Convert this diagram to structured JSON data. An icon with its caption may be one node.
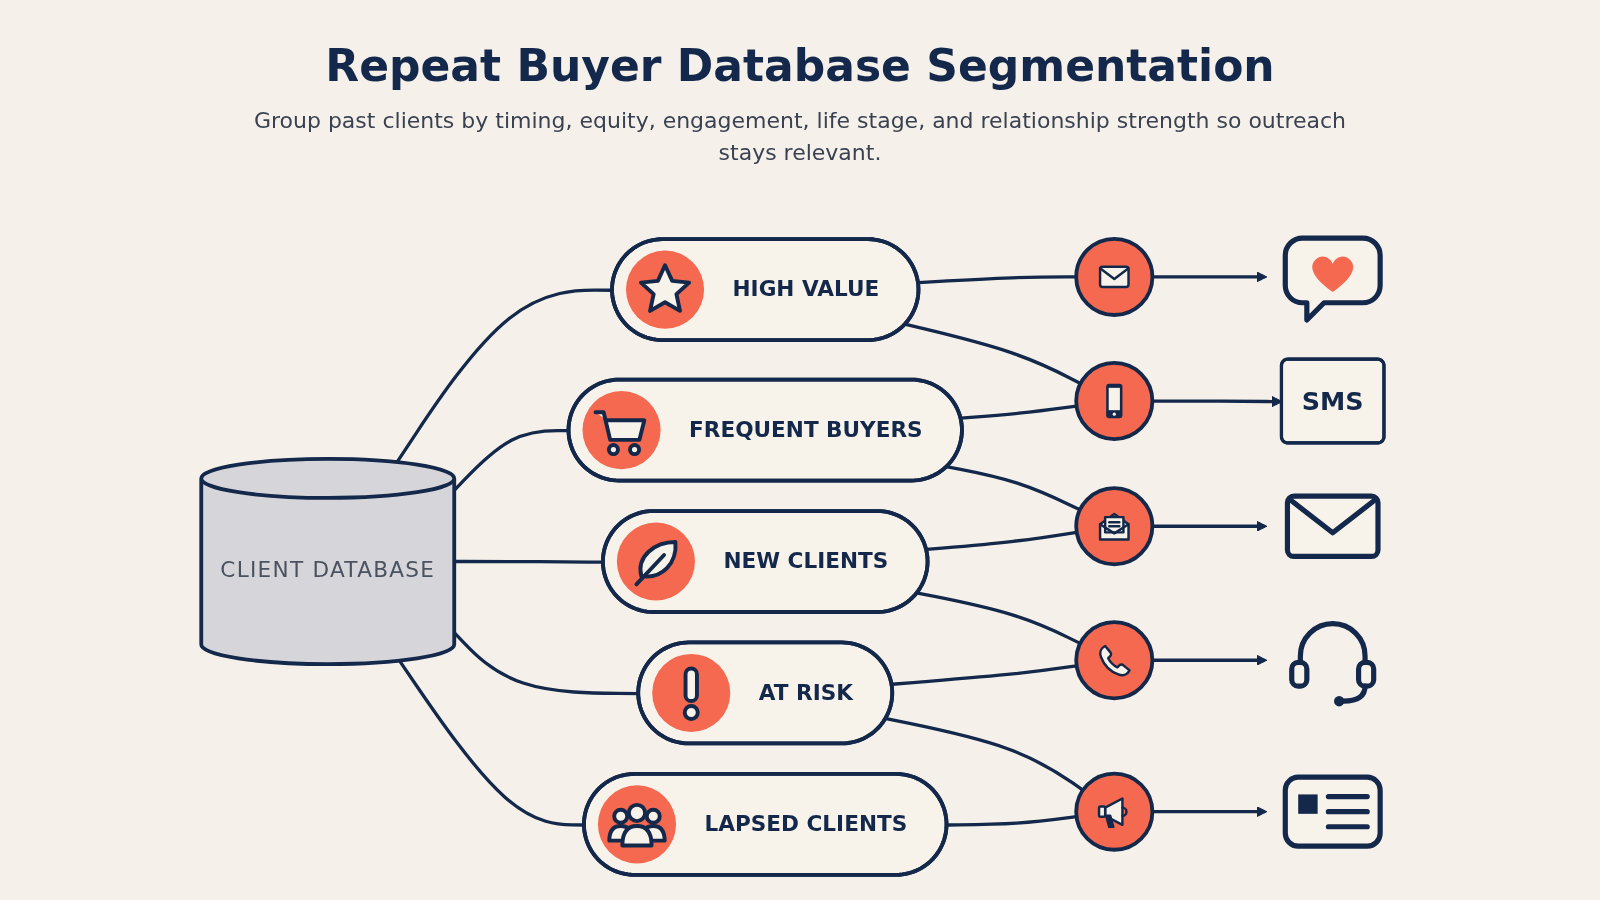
{
  "diagram": {
    "title": "Repeat Buyer Database Segmentation",
    "nodes": [
      {
        "text": [
          "CLIENT DATABASE"
        ]
      },
      {
        "text": [
          "HIGH VALUE"
        ]
      },
      {
        "text": [
          "FREQUENT BUYERS"
        ]
      },
      {
        "text": [
          "NEW CLIENTS"
        ]
      },
      {
        "text": [
          "AT RISK"
        ]
      },
      {
        "text": [
          "LAPSED CLIENTS"
        ]
      },
      {
        "text": [],
        "shape": "circle"
      },
      {
        "text": [],
        "shape": "circle"
      },
      {
        "text": [],
        "shape": "circle"
      },
      {
        "text": [],
        "shape": "circle"
      },
      {
        "text": [],
        "shape": "circle"
      },
      {
        "text": [],
        "shape": "picture"
      },
      {
        "text": [
          "SMS"
        ]
      },
      {
        "text": [],
        "shape": "picture"
      },
      {
        "text": [],
        "shape": "picture"
      },
      {
        "text": [],
        "shape": "picture"
      }
    ],
    "edges": [
      {
        "from": 0,
        "to": 1,
        "arrow": "none"
      },
      {
        "from": 0,
        "to": 2,
        "arrow": "none"
      },
      {
        "from": 0,
        "to": 3,
        "arrow": "none"
      },
      {
        "from": 0,
        "to": 4,
        "arrow": "none"
      },
      {
        "from": 0,
        "to": 5,
        "arrow": "none"
      },
      {
        "from": 1,
        "to": 6,
        "arrow": "none"
      },
      {
        "from": 1,
        "to": 7,
        "arrow": "none"
      },
      {
        "from": 2,
        "to": 7,
        "arrow": "none"
      },
      {
        "from": 2,
        "to": 8,
        "arrow": "none"
      },
      {
        "from": 3,
        "to": 8,
        "arrow": "none"
      },
      {
        "from": 3,
        "to": 9,
        "arrow": "none"
      },
      {
        "from": 4,
        "to": 9,
        "arrow": "none"
      },
      {
        "from": 4,
        "to": 10,
        "arrow": "none"
      },
      {
        "from": 5,
        "to": 10,
        "arrow": "none"
      },
      {
        "from": 6,
        "to": 11,
        "arrow": "to"
      },
      {
        "from": 7,
        "to": 12,
        "arrow": "to"
      },
      {
        "from": 8,
        "to": 13,
        "arrow": "to"
      },
      {
        "from": 9,
        "to": 14,
        "arrow": "to"
      },
      {
        "from": 10,
        "to": 15,
        "arrow": "to"
      }
    ],
    "labels": [
      "Group past clients by timing, equity, engagement, life stage, and relationship strength so outreach stays relevant."
    ]
  }
}
